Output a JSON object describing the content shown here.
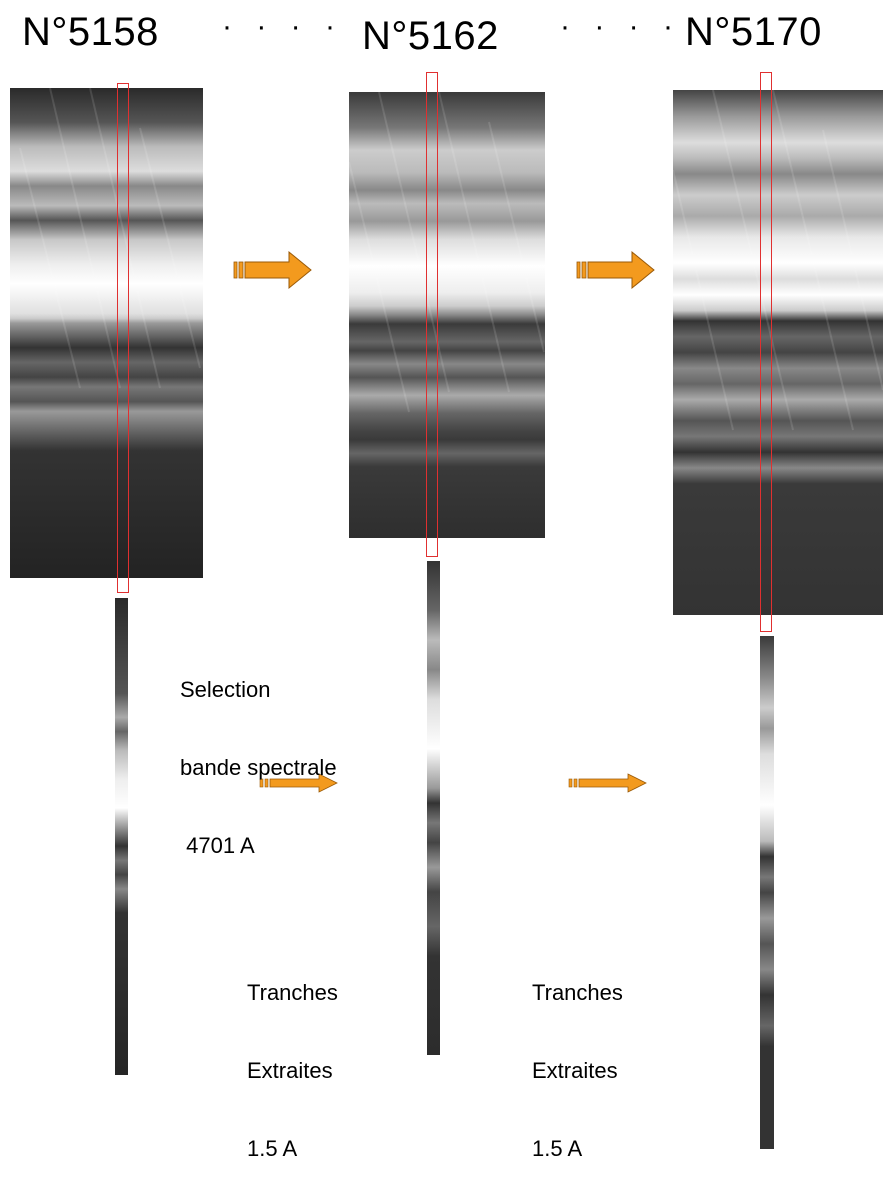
{
  "frames": [
    {
      "title": "N°5158"
    },
    {
      "title": "N°5162"
    },
    {
      "title": "N°5170"
    }
  ],
  "separators": [
    "· · · ·",
    "· · · ·"
  ],
  "labels": {
    "selection": {
      "line1": "Selection",
      "line2": "bande spectrale",
      "line3": " 4701 A"
    },
    "tranches_1": {
      "line1": "Tranches",
      "line2": "Extraites",
      "line3": "1.5 A"
    },
    "tranches_2": {
      "line1": "Tranches",
      "line2": "Extraites",
      "line3": "1.5 A"
    }
  },
  "colors": {
    "arrow_fill": "#f39a1e",
    "arrow_stroke": "#9a5a08",
    "selection_box": "#e03030"
  }
}
